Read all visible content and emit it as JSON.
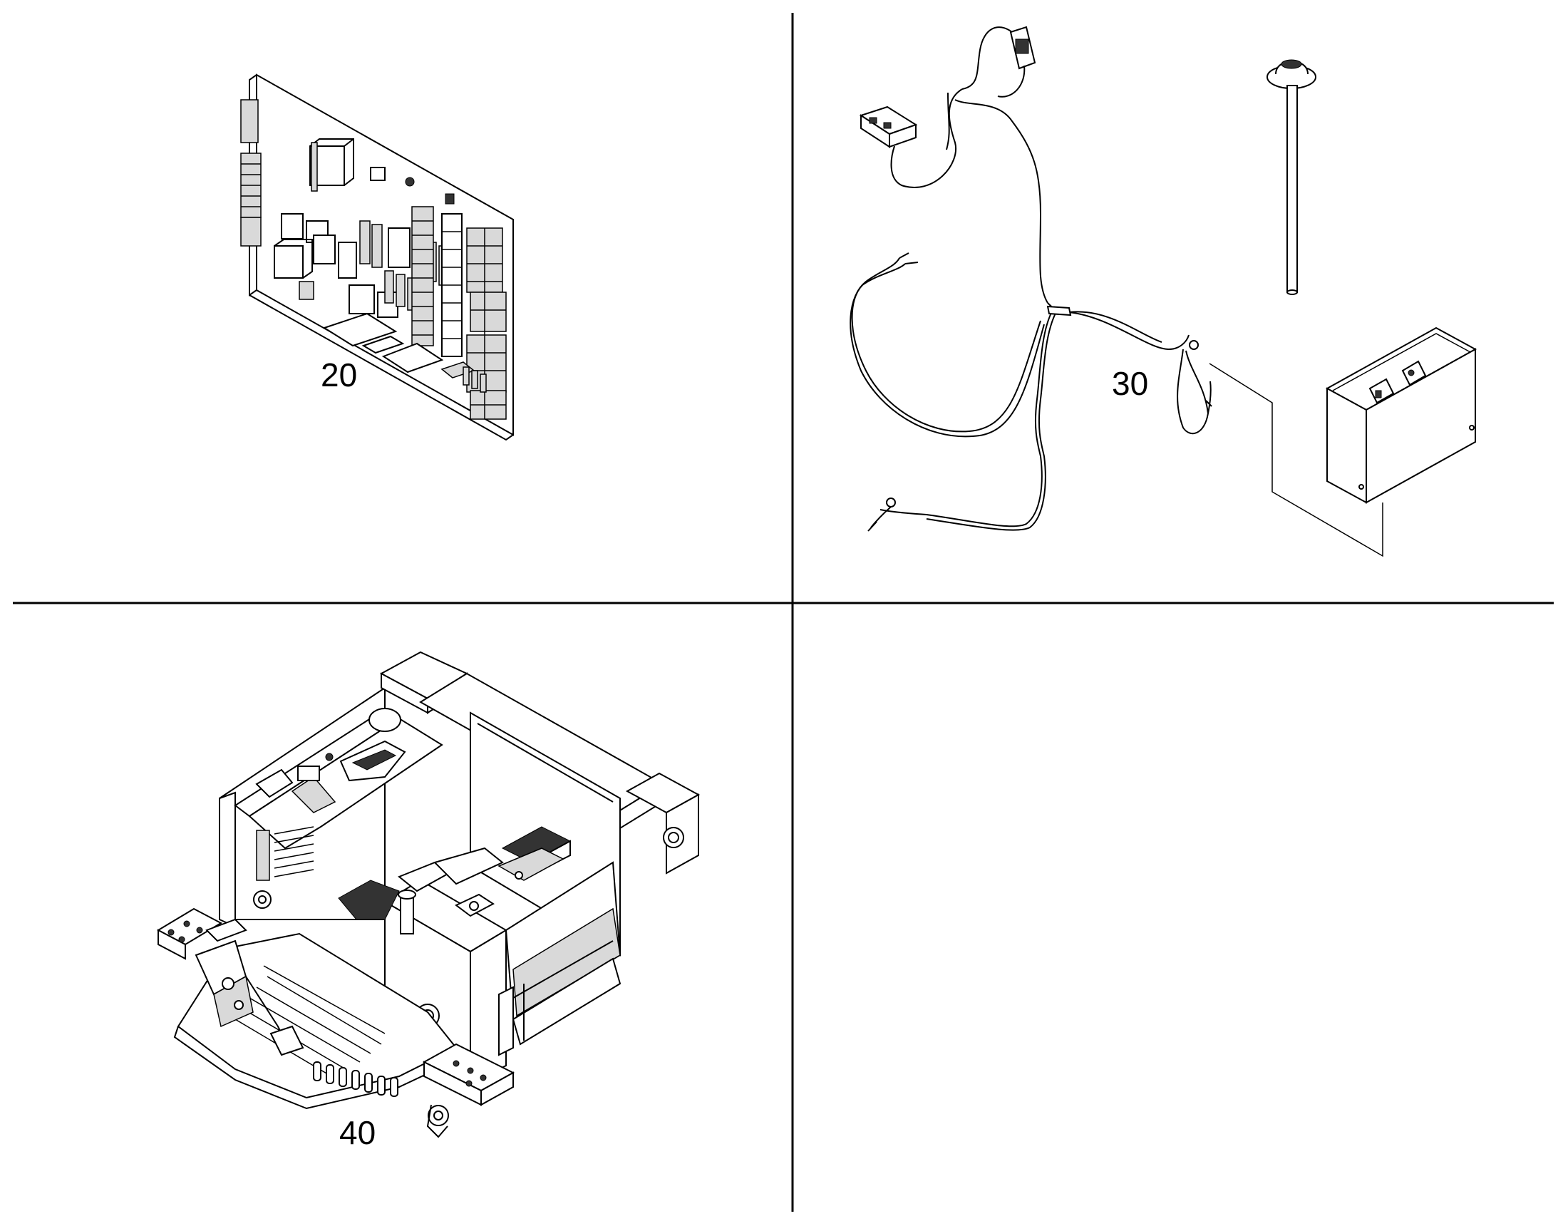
{
  "callouts": {
    "c20": "20",
    "c30": "30",
    "c40": "40"
  },
  "colors": {
    "line": "#000000",
    "background": "#ffffff",
    "shade": "#d9d9d9"
  }
}
